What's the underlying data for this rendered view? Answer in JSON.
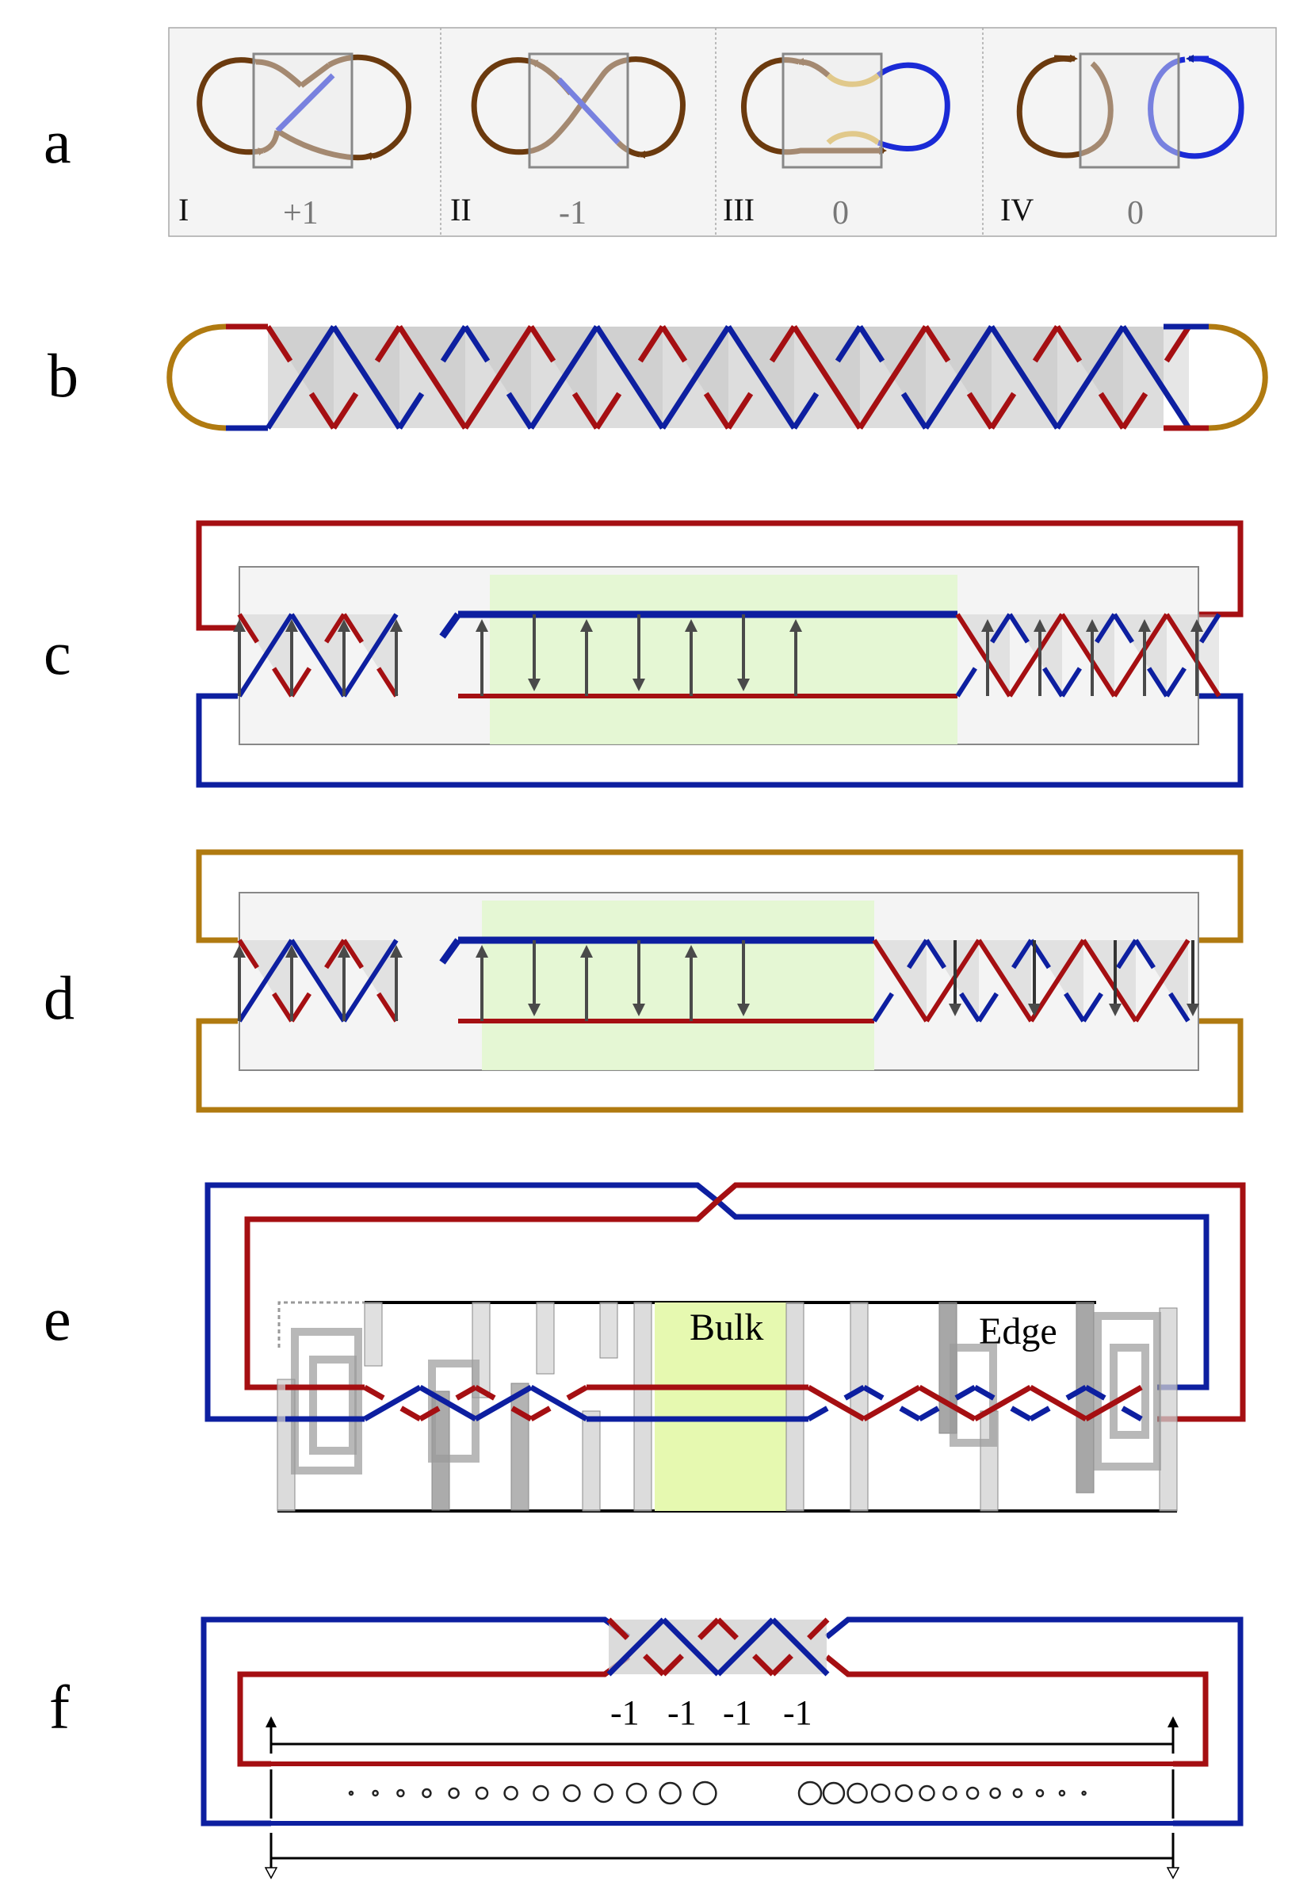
{
  "panels": {
    "a": {
      "label": "a",
      "cells": [
        {
          "roman": "I",
          "sign": "+1"
        },
        {
          "roman": "II",
          "sign": "-1"
        },
        {
          "roman": "III",
          "sign": "0"
        },
        {
          "roman": "IV",
          "sign": "0"
        }
      ]
    },
    "b": {
      "label": "b"
    },
    "c": {
      "label": "c"
    },
    "d": {
      "label": "d"
    },
    "e": {
      "label": "e",
      "bulk_text": "Bulk",
      "edge_text": "Edge"
    },
    "f": {
      "label": "f",
      "crossing_values": [
        "-1",
        "-1",
        "-1",
        "-1"
      ]
    }
  },
  "colors": {
    "red": "#a50f12",
    "blue": "#0d1fa0",
    "brown": "#6b3a0e",
    "gold": "#b07a10",
    "yellow": "#d9ad3c",
    "green_region": "#e3f7d0",
    "grey_box": "#f4f4f4",
    "arrow": "#4a4a4a"
  }
}
